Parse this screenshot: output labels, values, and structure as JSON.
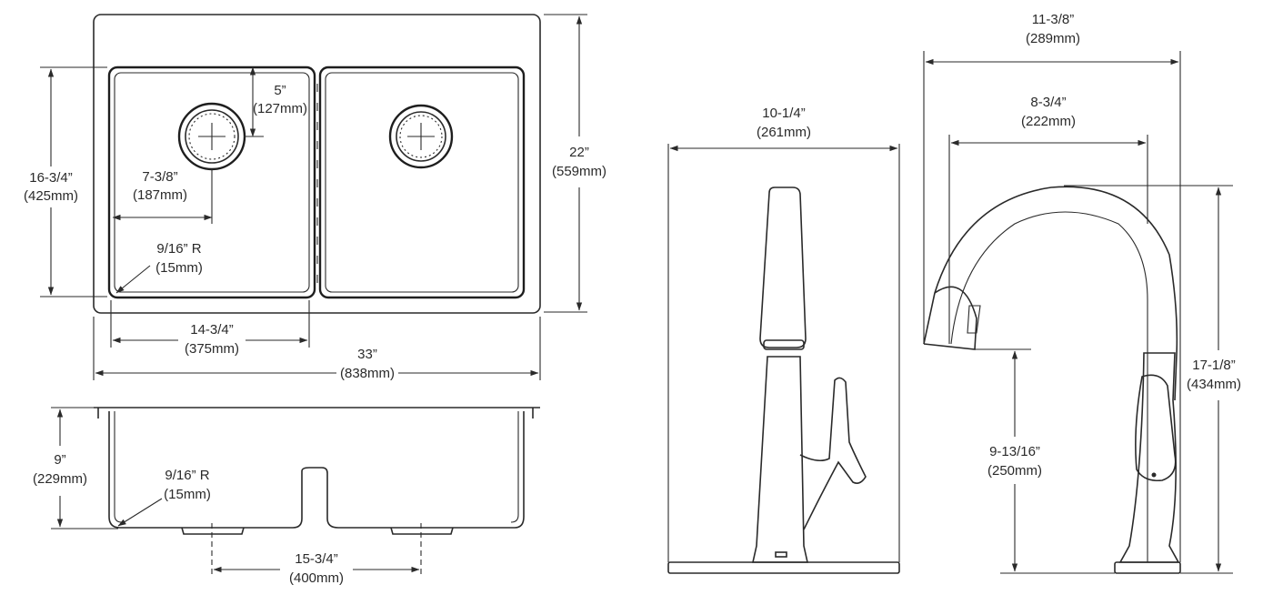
{
  "sink_top_view": {
    "bowl_depth_label": "5”",
    "bowl_depth_mm": "(127mm)",
    "drain_offset_label": "7-3/8”",
    "drain_offset_mm": "(187mm)",
    "corner_radius_label": "9/16” R",
    "corner_radius_mm": "(15mm)",
    "bowl_height_label": "16-3/4”",
    "bowl_height_mm": "(425mm)",
    "overall_depth_label": "22”",
    "overall_depth_mm": "(559mm)",
    "bowl_width_label": "14-3/4”",
    "bowl_width_mm": "(375mm)",
    "overall_width_label": "33”",
    "overall_width_mm": "(838mm)"
  },
  "sink_side_view": {
    "depth_label": "9”",
    "depth_mm": "(229mm)",
    "corner_radius_label": "9/16” R",
    "corner_radius_mm": "(15mm)",
    "drain_spacing_label": "15-3/4”",
    "drain_spacing_mm": "(400mm)"
  },
  "faucet_front_view": {
    "width_label": "10-1/4”",
    "width_mm": "(261mm)"
  },
  "faucet_side_view": {
    "reach_label": "11-3/8”",
    "reach_mm": "(289mm)",
    "spout_reach_label": "8-3/4”",
    "spout_reach_mm": "(222mm)",
    "height_label": "17-1/8”",
    "height_mm": "(434mm)",
    "spout_height_label": "9-13/16”",
    "spout_height_mm": "(250mm)"
  }
}
